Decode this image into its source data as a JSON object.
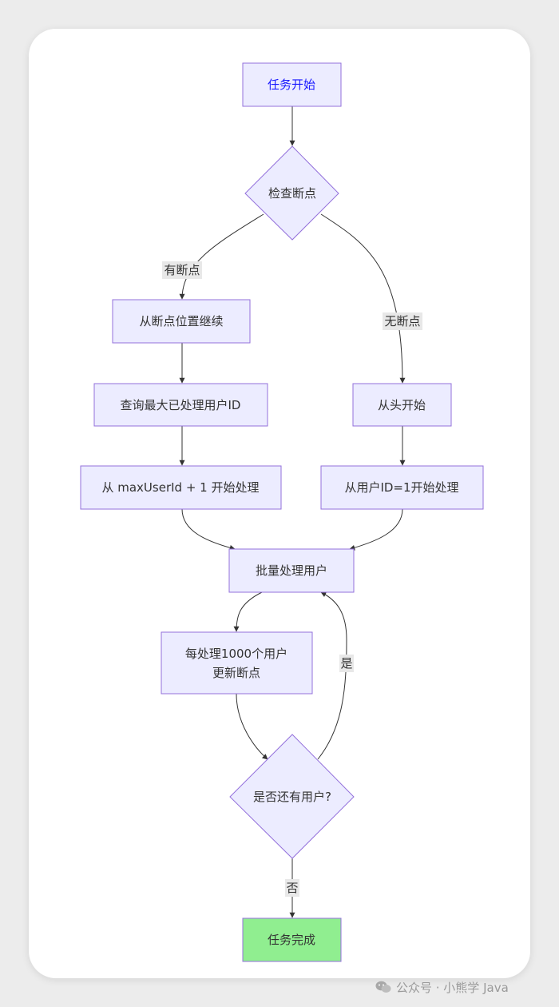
{
  "nodes": {
    "start": "任务开始",
    "check": "检查断点",
    "resume": "从断点位置继续",
    "query_max": "查询最大已处理用户ID",
    "from_max": "从 maxUserId + 1 开始处理",
    "from_head": "从头开始",
    "from_id1": "从用户ID=1开始处理",
    "batch": "批量处理用户",
    "update_line1": "每处理1000个用户",
    "update_line2": "更新断点",
    "more_users": "是否还有用户?",
    "done": "任务完成"
  },
  "edges": {
    "has_checkpoint": "有断点",
    "no_checkpoint": "无断点",
    "yes": "是",
    "no": "否"
  },
  "colors": {
    "node_fill": "#ECECFF",
    "node_stroke": "#9370DB",
    "end_fill": "#90EE90",
    "start_text": "#1a1aff",
    "edge": "#333333"
  },
  "watermark": {
    "text": "公众号 · 小熊学 Java",
    "icon": "wechat-icon"
  }
}
